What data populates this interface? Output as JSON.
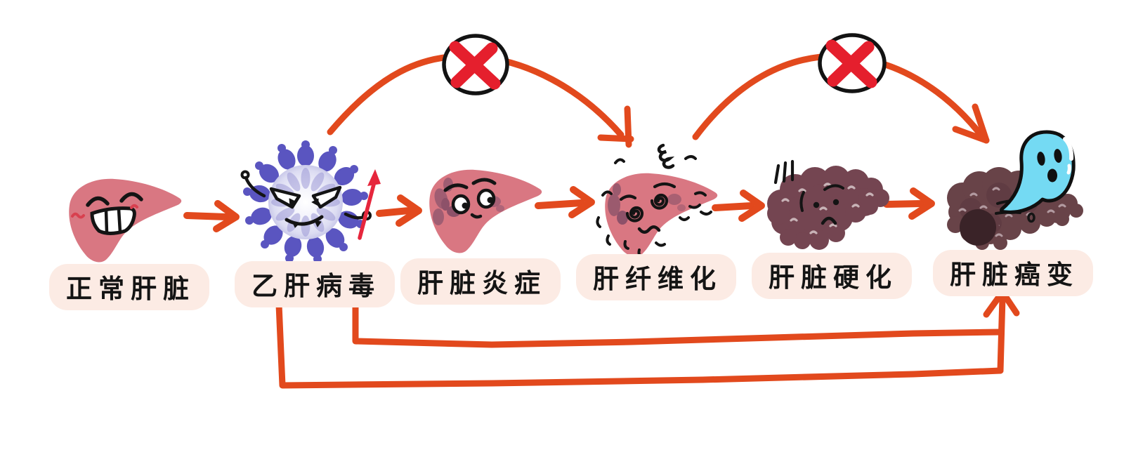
{
  "diagram": {
    "stages": [
      {
        "name": "normal-liver",
        "label": "正常肝脏"
      },
      {
        "name": "hepatitis-b-virus",
        "label": "乙肝病毒"
      },
      {
        "name": "liver-inflammation",
        "label": "肝脏炎症"
      },
      {
        "name": "liver-fibrosis",
        "label": "肝纤维化"
      },
      {
        "name": "liver-cirrhosis",
        "label": "肝脏硬化"
      },
      {
        "name": "liver-cancer",
        "label": "肝脏癌变"
      }
    ],
    "connections": {
      "forward_arrows": [
        {
          "from": "正常肝脏",
          "to": "乙肝病毒"
        },
        {
          "from": "乙肝病毒",
          "to": "肝脏炎症"
        },
        {
          "from": "肝脏炎症",
          "to": "肝纤维化"
        },
        {
          "from": "肝纤维化",
          "to": "肝脏硬化"
        },
        {
          "from": "肝脏硬化",
          "to": "肝脏癌变"
        }
      ],
      "blocked_curved_arrows": [
        {
          "from": "乙肝病毒",
          "to": "肝纤维化",
          "marker": "red-cross-in-circle"
        },
        {
          "from": "肝纤维化",
          "to": "肝脏癌变",
          "marker": "red-cross-in-circle"
        }
      ],
      "bottom_shortcut_arrows": [
        {
          "from": "乙肝病毒",
          "to": "肝脏癌变"
        },
        {
          "from": "肝脏炎症",
          "to": "肝脏癌变"
        }
      ]
    },
    "icons": [
      "happy-liver-illustration",
      "virus-with-spear-illustration",
      "sick-liver-illustration",
      "dizzy-fibrotic-liver-illustration",
      "hardened-dark-liver-illustration",
      "cancer-liver-with-ghost-illustration"
    ],
    "colors": {
      "background": "#ffffff",
      "arrow_orange": "#e2491d",
      "cross_red": "#e51f2d",
      "cross_circle_stroke": "#131313",
      "label_background": "#fcebe4",
      "label_text": "#141414",
      "healthy_liver_pink": "#d97782",
      "inflamed_patch": "#a05d72",
      "virus_indigo": "#5a55c0",
      "virus_petal": "#9793d4",
      "spear_red": "#e6263c",
      "cirrhosis_brown": "#744551",
      "cancer_brown": "#684348",
      "tumor_dark": "#3a2328",
      "texture_light": "#c8b3b7",
      "ghost_blue": "#74daf3"
    }
  }
}
